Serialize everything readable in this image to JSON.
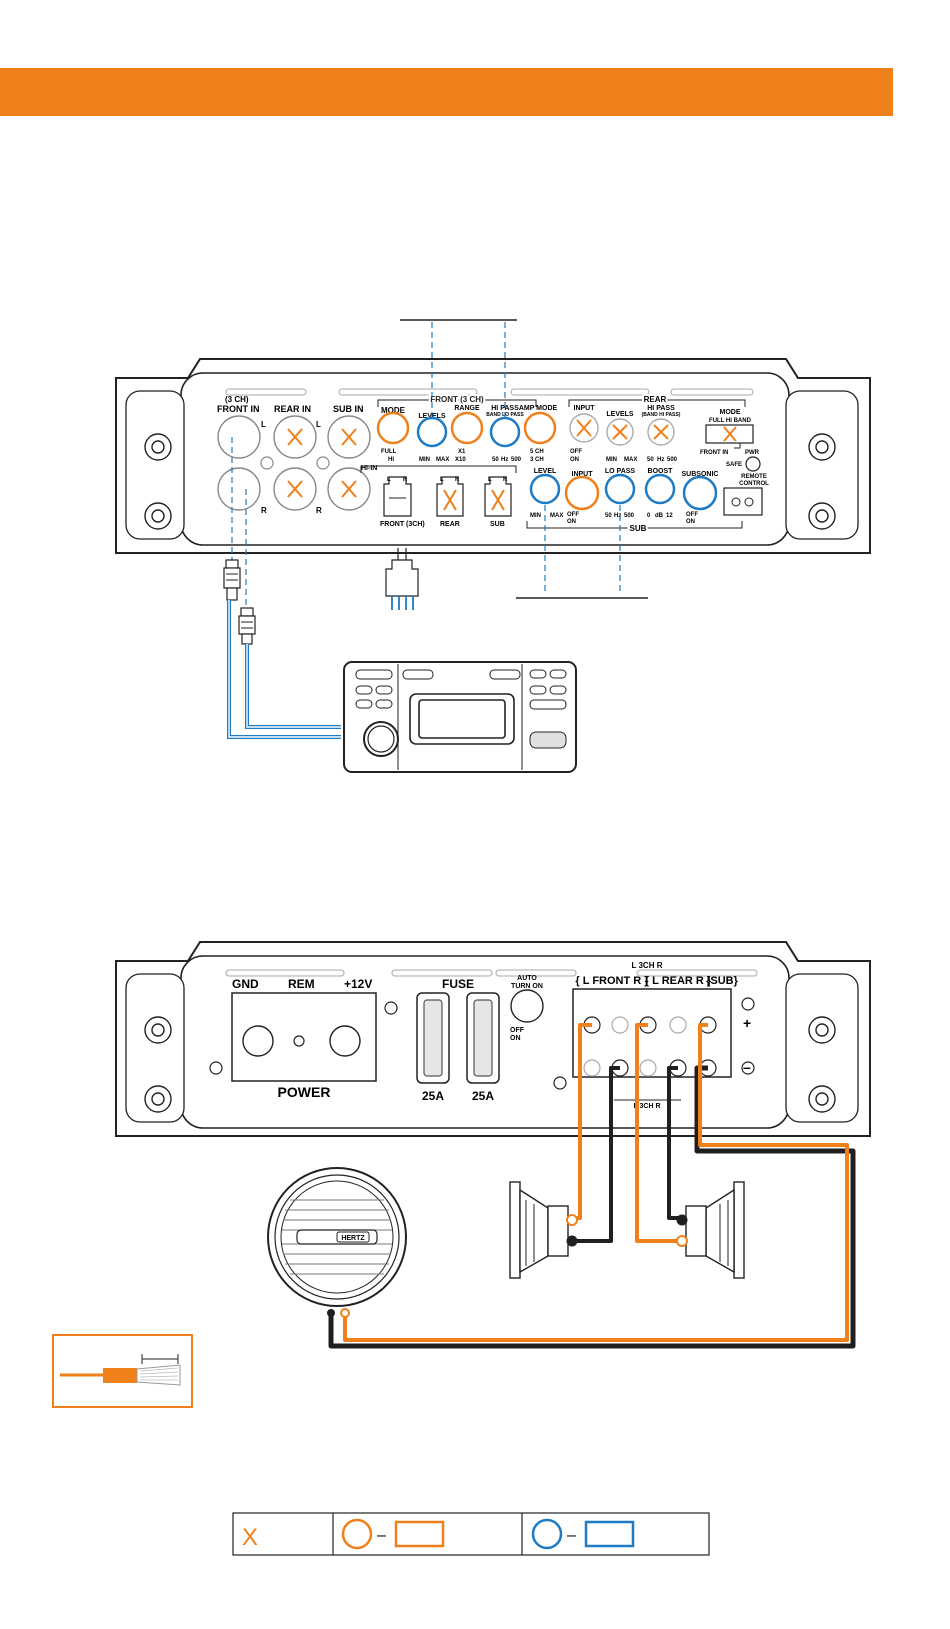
{
  "colors": {
    "accent": "#f08019",
    "blue": "#1e7bc4",
    "dark": "#1f1f1f",
    "grey": "#c9c9c9"
  },
  "amp_top": {
    "front_group": "FRONT (3 CH)",
    "rear_group": "REAR",
    "sub_group": "SUB",
    "hi_in": "HI-IN",
    "labels": {
      "three_ch": "(3 CH)",
      "front_in": "FRONT IN",
      "rear_in": "REAR IN",
      "sub_in": "SUB IN",
      "L": "L",
      "R": "R",
      "mode": "MODE",
      "levels": "LEVELS",
      "range": "RANGE",
      "hi_pass": "HI PASS",
      "band_lo_pass": "BAND  LO PASS",
      "amp_mode": "AMP MODE",
      "input": "INPUT",
      "rear_levels": "LEVELS",
      "rear_hi_pass": "HI PASS",
      "rear_band_hi_pass": "(BAND  HI PASS)",
      "rear_mode": "MODE",
      "full_hi_band": "FULL   HI   BAND",
      "front_in_link": "FRONT IN",
      "pwr": "PWR",
      "safe": "SAFE",
      "level": "LEVEL",
      "sub_input": "INPUT",
      "lo_pass": "LO PASS",
      "boost": "BOOST",
      "subsonic": "SUBSONIC",
      "remote_control": "REMOTE",
      "remote_control2": "CONTROL",
      "front_3ch": "FRONT (3CH)",
      "rear": "REAR",
      "sub": "SUB",
      "full": "FULL",
      "hi": "HI",
      "min": "MIN",
      "max": "MAX",
      "x1": "X1",
      "x10": "X10",
      "hz50": "50",
      "hz": "Hz",
      "hz500": "500",
      "ch5": "5 CH",
      "ch3": "3 CH",
      "off": "OFF",
      "on": "ON",
      "db0": "0",
      "db": "dB",
      "db12": "12"
    }
  },
  "amp_bottom": {
    "gnd": "GND",
    "rem": "REM",
    "plus12v": "+12V",
    "power": "POWER",
    "fuse": "FUSE",
    "fuse_a": "25A",
    "fuse_b": "25A",
    "auto": "AUTO",
    "turn_on": "TURN ON",
    "off": "OFF",
    "on": "ON",
    "three_ch_top": "L  3CH  R",
    "front": "{ L FRONT R }",
    "rear": "{ L REAR R }",
    "sub": "{SUB}",
    "plus": "+",
    "minus": "–",
    "three_ch_bottom": "L  3CH  R"
  },
  "speaker_brand": "HERTZ",
  "legend": {
    "x_mark": "X",
    "dash1": "–",
    "dash2": "–"
  }
}
